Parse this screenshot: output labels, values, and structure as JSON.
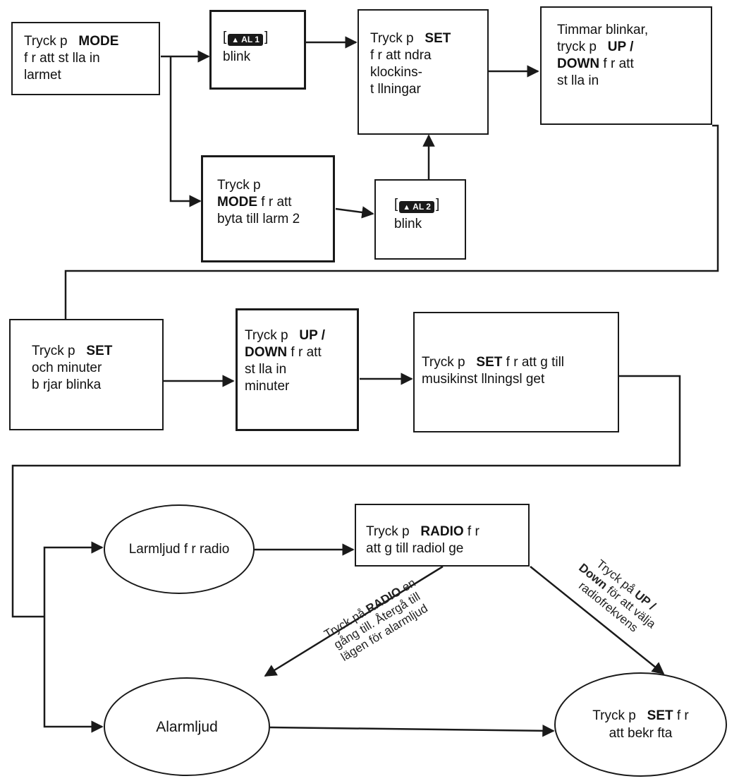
{
  "diagram": {
    "nodes": {
      "mode_start": {
        "l1_a": "Tryck p",
        "l1_b": "MODE",
        "l2": "f r att st lla in",
        "l3": "larmet"
      },
      "al1_blink": {
        "bracket_open": "[",
        "tag": "AL 1",
        "bracket_close": "]",
        "l2": "blink"
      },
      "set_clock": {
        "l1_a": "Tryck p",
        "l1_b": "SET",
        "l2": "f r att  ndra",
        "l3": "klockins-",
        "l4": "t llningar"
      },
      "hours_blink": {
        "l1": "Timmar blinkar,",
        "l2_a": "tryck p",
        "l2_b": "UP /",
        "l3_a": "DOWN",
        "l3_b": " f r att",
        "l4": "st lla in"
      },
      "mode_alarm2": {
        "l1": "Tryck p",
        "l2_a": "MODE",
        "l2_b": " f r att",
        "l3": "byta till larm 2"
      },
      "al2_blink": {
        "bracket_open": "[",
        "tag": "AL 2",
        "bracket_close": "]",
        "l2": "blink"
      },
      "set_minutes": {
        "l1_a": "Tryck p",
        "l1_b": "SET",
        "l2": "och minuter",
        "l3": "b rjar blinka"
      },
      "up_down_minutes": {
        "l1_a": "Tryck p",
        "l1_b": "UP /",
        "l2_a": "DOWN",
        "l2_b": " f r att",
        "l3": "st lla in",
        "l4": "minuter"
      },
      "set_music": {
        "l1_a": "Tryck p",
        "l1_b": "SET",
        "l1_c": " f r att g  till",
        "l2": "musikinst llningsl get"
      },
      "radio_alarm_sound": {
        "text": "Larmljud f r radio"
      },
      "radio_mode": {
        "l1_a": "Tryck p",
        "l1_b": "RADIO",
        "l1_c": " f r",
        "l2": "att g  till radiol ge"
      },
      "alarm_sound": {
        "text": "Alarmljud"
      },
      "set_confirm": {
        "l1_a": "Tryck p",
        "l1_b": "SET",
        "l1_c": " f r",
        "l2": "att bekr fta"
      }
    },
    "edge_labels": {
      "radio_back": {
        "l1_a": "Tryck på ",
        "l1_b": "RADIO",
        "l1_c": " en",
        "l2": "gång till. Återgå till",
        "l3": "lägen för alarmljud"
      },
      "up_down_freq": {
        "l1_a": "Tryck på ",
        "l1_b": "UP /",
        "l2_a": "Down",
        "l2_b": " för att välja",
        "l3": "radiofrekvens"
      }
    },
    "colors": {
      "stroke": "#1a1a1a",
      "text": "#111111",
      "background": "#ffffff"
    }
  }
}
